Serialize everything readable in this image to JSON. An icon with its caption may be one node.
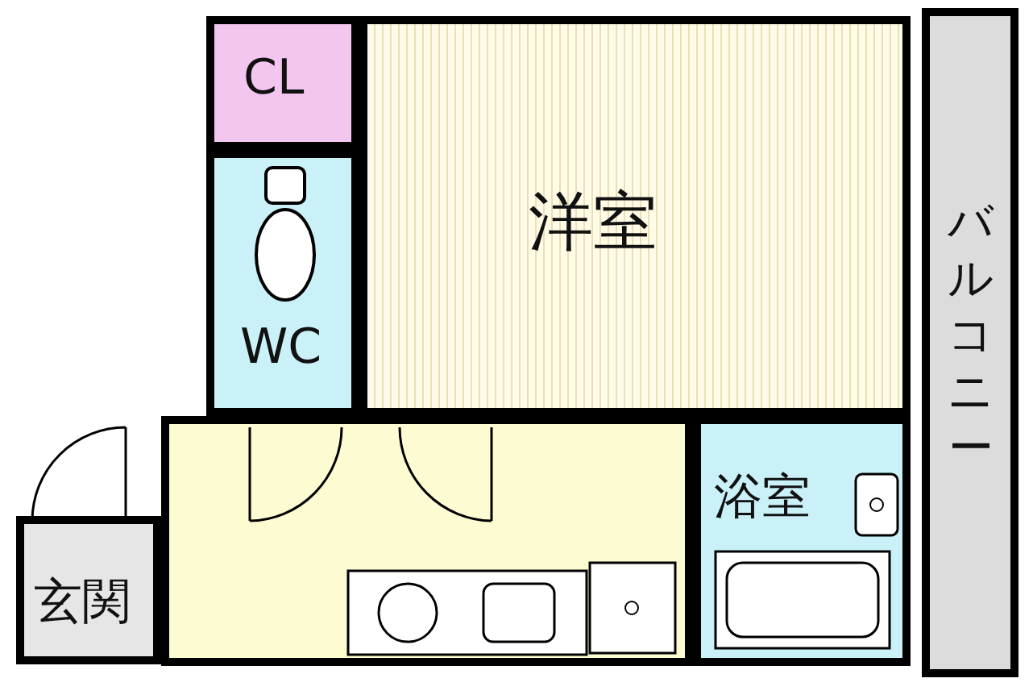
{
  "diagram": {
    "nodes": [
      {
        "text": [
          "CL"
        ]
      },
      {
        "text": [
          "洋室"
        ]
      },
      {
        "text": [
          "バルコニー"
        ]
      },
      {
        "text": [
          "WC"
        ]
      },
      {
        "text": [],
        "shape": "box"
      },
      {
        "text": [
          "浴室"
        ]
      },
      {
        "text": [
          "玄関"
        ]
      }
    ]
  }
}
